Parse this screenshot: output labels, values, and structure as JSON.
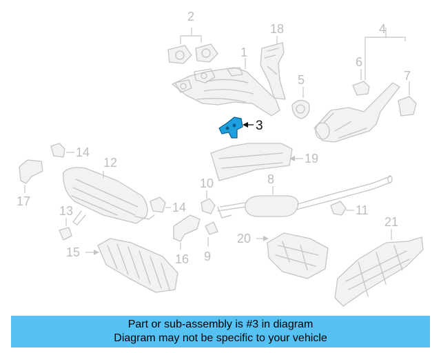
{
  "diagram": {
    "callouts": {
      "c1": "1",
      "c2": "2",
      "c3": "3",
      "c4": "4",
      "c5": "5",
      "c6": "6",
      "c7": "7",
      "c8": "8",
      "c9": "9",
      "c10": "10",
      "c11": "11",
      "c12": "12",
      "c13": "13",
      "c14a": "14",
      "c14b": "14",
      "c15": "15",
      "c16": "16",
      "c17": "17",
      "c18": "18",
      "c19": "19",
      "c20": "20",
      "c21": "21"
    },
    "highlighted_part": "3",
    "colors": {
      "highlight": "#1e9fe0",
      "parts": "#c4c4c4",
      "notice_bg": "#55c2f3"
    }
  },
  "notice": {
    "line1": "Part or sub-assembly is #3 in diagram",
    "line2": "Diagram may not be specific to your vehicle"
  }
}
